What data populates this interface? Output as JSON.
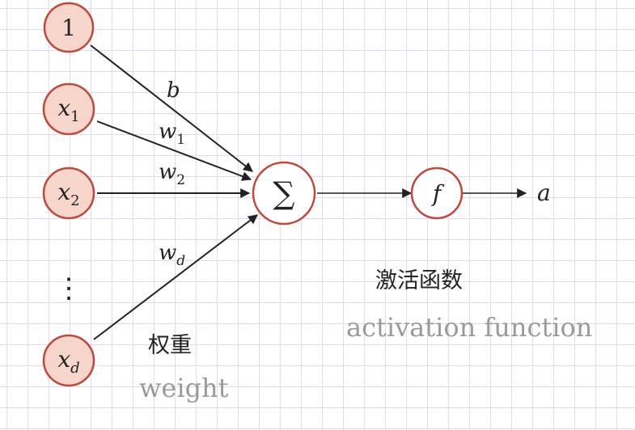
{
  "colors": {
    "node_stroke": "#c0473a",
    "input_fill": "#f6d6cb",
    "op_fill": "#ffffff",
    "edge": "#222222",
    "grid": "#dcdcec"
  },
  "inputs": {
    "bias": "1",
    "x1_base": "x",
    "x1_sub": "1",
    "x2_base": "x",
    "x2_sub": "2",
    "dots": "⋮",
    "xd_base": "x",
    "xd_sub": "d"
  },
  "weights": {
    "b": "b",
    "w1_base": "w",
    "w1_sub": "1",
    "w2_base": "w",
    "w2_sub": "2",
    "wd_base": "w",
    "wd_sub": "d"
  },
  "sum_node": {
    "symbol": "∑"
  },
  "activation_node": {
    "symbol": "f"
  },
  "output": {
    "label": "a"
  },
  "annotations": {
    "weight_cn": "权重",
    "weight_en": "weight",
    "activation_cn": "激活函数",
    "activation_en": "activation function"
  }
}
